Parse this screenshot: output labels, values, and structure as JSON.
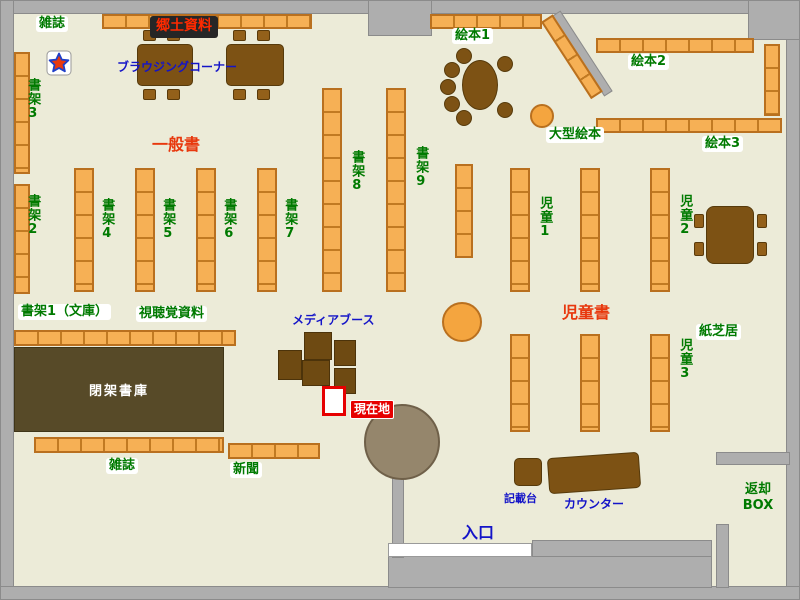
{
  "labels": {
    "zasshi_top": "雑誌",
    "kyodo_shiryo": "郷土資料",
    "browsing_corner": "ブラウジングコーナー",
    "ehon1": "絵本1",
    "ehon2": "絵本2",
    "ehon3": "絵本3",
    "shoka2": "書架2",
    "shoka3": "書架3",
    "shoka4": "書架4",
    "shoka5": "書架5",
    "shoka6": "書架6",
    "shoka7": "書架7",
    "shoka8": "書架8",
    "shoka9": "書架9",
    "ippansho": "一般書",
    "ogata_ehon": "大型絵本",
    "jido1": "児童1",
    "jido2": "児童2",
    "jido3": "児童3",
    "shoka1_bunko": "書架1（文庫）",
    "shichokaku_shiryo": "視聴覚資料",
    "media_booth": "メディアブース",
    "jidosho": "児童書",
    "kamishibai": "紙芝居",
    "heika_shoko": "閉架書庫",
    "genzaichi": "現在地",
    "zasshi_bottom": "雑誌",
    "shinbun": "新聞",
    "kisaidai": "記載台",
    "counter": "カウンター",
    "henkyaku_line1": "返却",
    "henkyaku_line2": "BOX",
    "iriguchi": "入口"
  },
  "icons": {
    "star": "star-icon"
  },
  "colors": {
    "background": "#ecebd8",
    "wall": "#aeaeae",
    "shelf": "#f4a53f",
    "shelf_border": "#b9701f",
    "table_brown": "#7d5214",
    "closed_stacks": "#574a28",
    "label_green": "#007a00",
    "label_blue": "#1414c8",
    "label_red": "#e8380d",
    "current_location_bg": "#e60000",
    "local_materials_bg": "#262626"
  }
}
